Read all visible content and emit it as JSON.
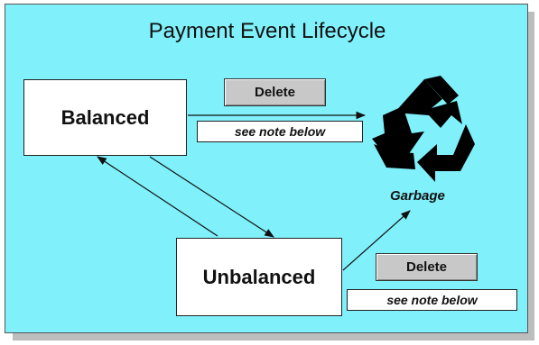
{
  "diagram": {
    "title": "Payment Event Lifecycle",
    "states": {
      "balanced": "Balanced",
      "unbalanced": "Unbalanced"
    },
    "actions": {
      "top_delete": "Delete",
      "bottom_delete": "Delete"
    },
    "notes": {
      "top": "see note below",
      "bottom": "see note below"
    },
    "garbage_label": "Garbage",
    "icons": [
      "recycle-icon"
    ],
    "colors": {
      "background": "#80f0fb",
      "button": "#c8c8c8",
      "box": "#ffffff"
    }
  }
}
